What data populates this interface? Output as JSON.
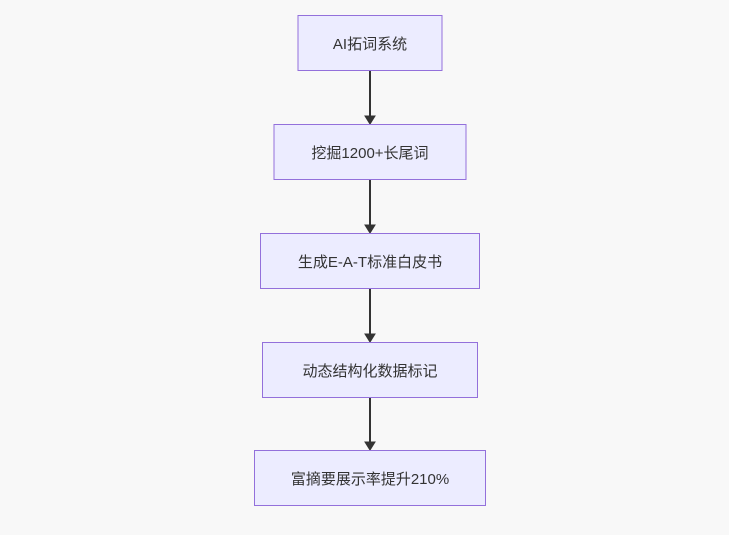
{
  "flowchart": {
    "type": "flowchart",
    "direction": "top-down",
    "nodes": [
      {
        "id": "node-1",
        "label": "AI拓词系统"
      },
      {
        "id": "node-2",
        "label": "挖掘1200+长尾词"
      },
      {
        "id": "node-3",
        "label": "生成E-A-T标准白皮书"
      },
      {
        "id": "node-4",
        "label": "动态结构化数据标记"
      },
      {
        "id": "node-5",
        "label": "富摘要展示率提升210%"
      }
    ],
    "edges": [
      {
        "from": "node-1",
        "to": "node-2"
      },
      {
        "from": "node-2",
        "to": "node-3"
      },
      {
        "from": "node-3",
        "to": "node-4"
      },
      {
        "from": "node-4",
        "to": "node-5"
      }
    ],
    "colors": {
      "node_fill": "#ECECFF",
      "node_border": "#9370DB",
      "text": "#333333",
      "arrow": "#333333",
      "background": "#f8f8f8"
    }
  }
}
